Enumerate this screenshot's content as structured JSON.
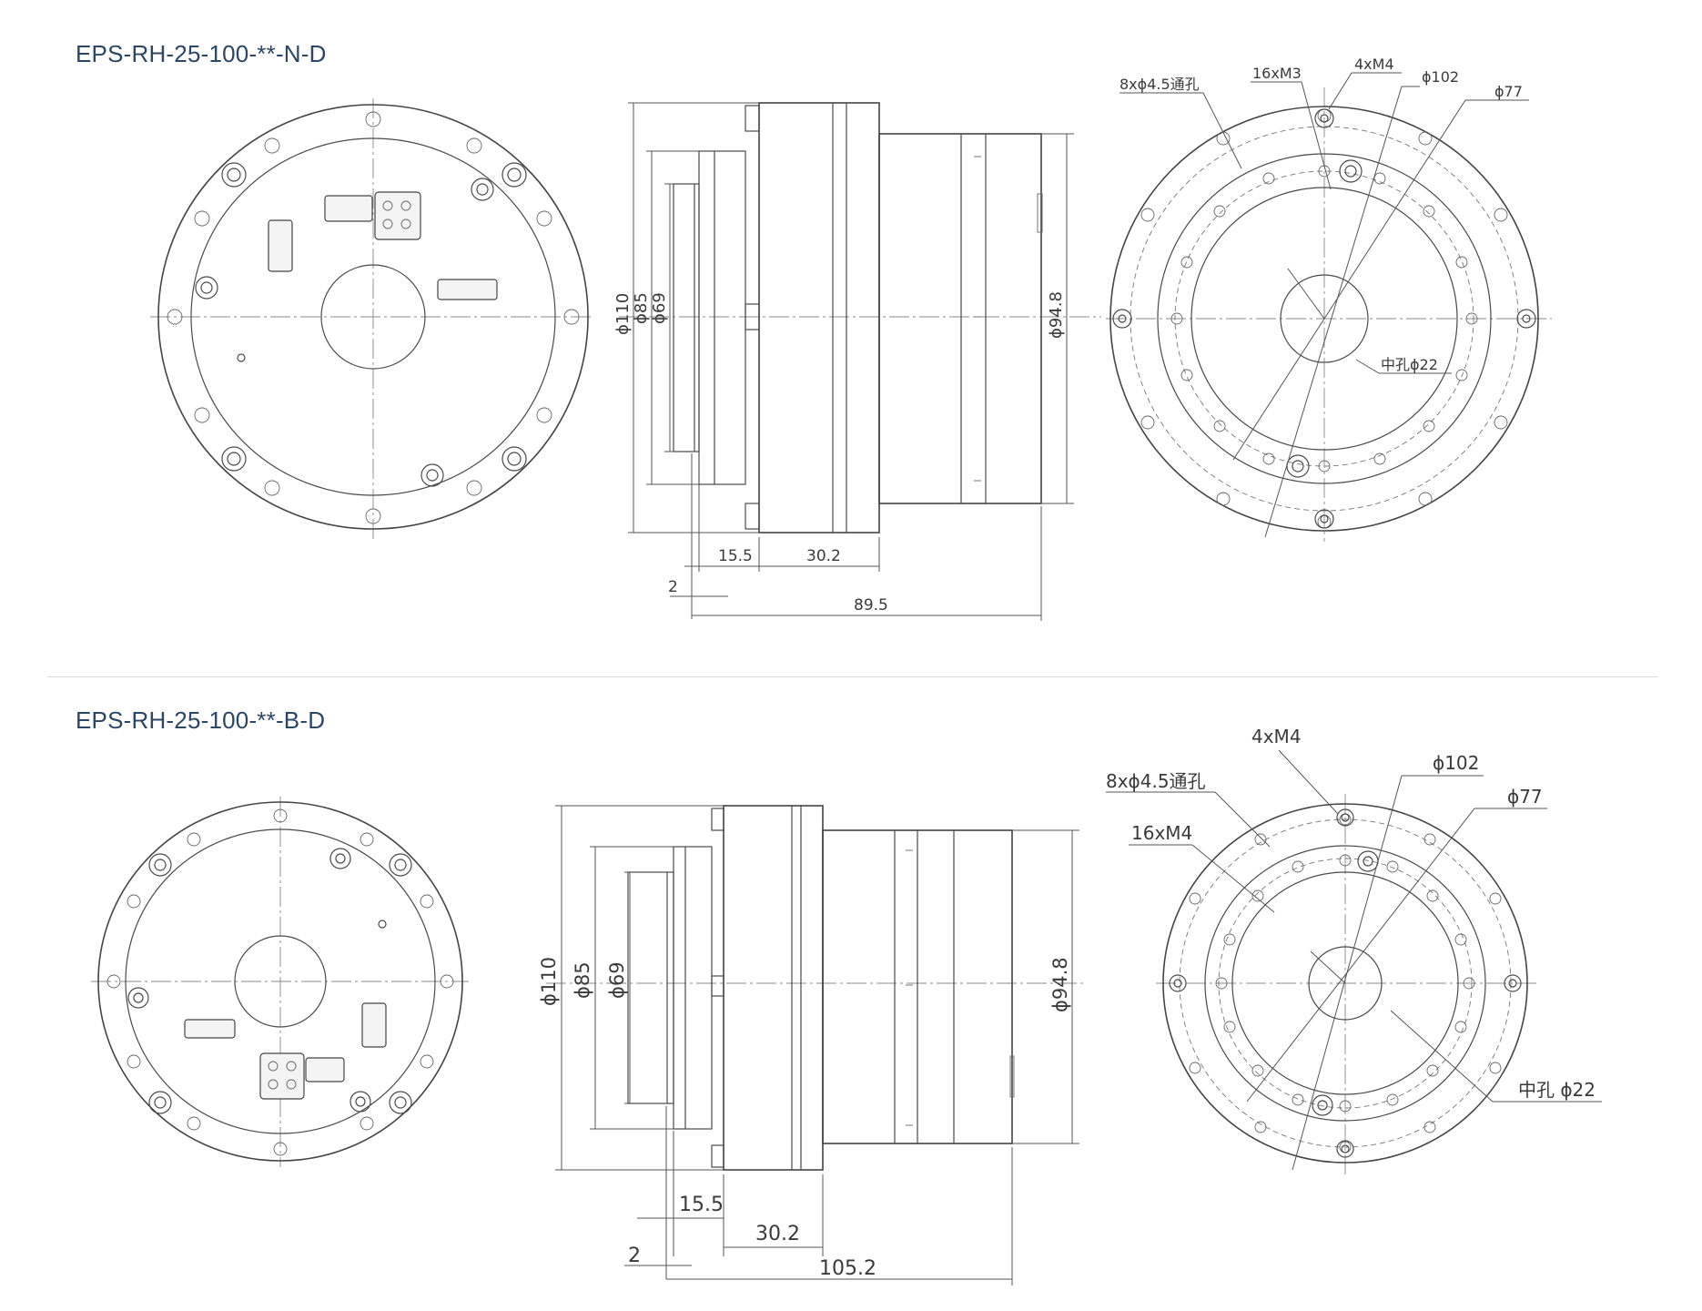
{
  "sections": [
    {
      "title": "EPS-RH-25-100-**-N-D",
      "side_view": {
        "dia_outer": "ϕ110",
        "dia_mid": "ϕ85",
        "dia_inner": "ϕ69",
        "dia_right": "ϕ94.8",
        "len_a": "15.5",
        "len_b": "30.2",
        "len_c": "2",
        "len_total": "89.5"
      },
      "front_view": {
        "through_holes": "8xϕ4.5通孔",
        "threads_small": "16xM3",
        "threads_big": "4xM4",
        "dia_pcd_outer": "ϕ102",
        "dia_pcd_inner": "ϕ77",
        "center_hole": "中孔ϕ22"
      }
    },
    {
      "title": "EPS-RH-25-100-**-B-D",
      "side_view": {
        "dia_outer": "ϕ110",
        "dia_mid": "ϕ85",
        "dia_inner": "ϕ69",
        "dia_right": "ϕ94.8",
        "len_a": "15.5",
        "len_b": "30.2",
        "len_c": "2",
        "len_total": "105.2"
      },
      "front_view": {
        "through_holes": "8xϕ4.5通孔",
        "threads_small": "16xM4",
        "threads_big": "4xM4",
        "dia_pcd_outer": "ϕ102",
        "dia_pcd_inner": "ϕ77",
        "center_hole": "中孔 ϕ22"
      }
    }
  ]
}
